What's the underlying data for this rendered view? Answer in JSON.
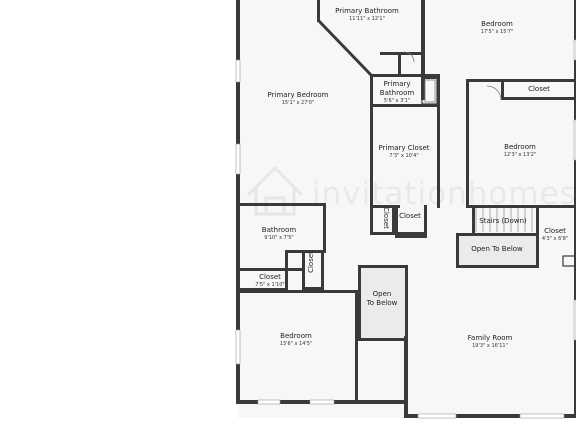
{
  "colors": {
    "wall": "#3a3a3a",
    "floor": "#f7f7f7",
    "open_below": "#ebebeb",
    "watermark": "#e9e9e9"
  },
  "watermark": {
    "icon": "house-logo-icon",
    "text": "invitationhomes"
  },
  "rooms": [
    {
      "key": "primary_bathroom_top",
      "name": "Primary Bathroom",
      "dims": "11'11\" x 12'1\""
    },
    {
      "key": "bedroom_top",
      "name": "Bedroom",
      "dims": "17'5\" x 15'7\""
    },
    {
      "key": "primary_bedroom",
      "name": "Primary Bedroom",
      "dims": "15'1\" x 27'0\""
    },
    {
      "key": "primary_bathroom_small",
      "name": "Primary Bathroom",
      "dims": "5'6\" x 3'1\""
    },
    {
      "key": "closet_top_right",
      "name": "Closet",
      "dims": ""
    },
    {
      "key": "primary_closet",
      "name": "Primary Closet",
      "dims": "7'3\" x 10'4\""
    },
    {
      "key": "bedroom_right",
      "name": "Bedroom",
      "dims": "12'3\" x 13'2\""
    },
    {
      "key": "closet_hall_vertical",
      "name": "Closet",
      "dims": ""
    },
    {
      "key": "closet_hall",
      "name": "Closet",
      "dims": ""
    },
    {
      "key": "stairs",
      "name": "Stairs (Down)",
      "dims": ""
    },
    {
      "key": "closet_right",
      "name": "Closet",
      "dims": "4'3\" x 6'8\""
    },
    {
      "key": "bathroom",
      "name": "Bathroom",
      "dims": "9'10\" x 7'5\""
    },
    {
      "key": "open_to_below_right",
      "name": "Open To Below",
      "dims": ""
    },
    {
      "key": "closet_left",
      "name": "Closet",
      "dims": "7'5\" x 1'10\""
    },
    {
      "key": "closet_bath_vertical",
      "name": "Closet",
      "dims": ""
    },
    {
      "key": "open_to_below_center",
      "name": "Open To Below",
      "dims": ""
    },
    {
      "key": "bedroom_bottom",
      "name": "Bedroom",
      "dims": "13'6\" x 14'5\""
    },
    {
      "key": "family_room",
      "name": "Family Room",
      "dims": "19'3\" x 16'11\""
    }
  ]
}
